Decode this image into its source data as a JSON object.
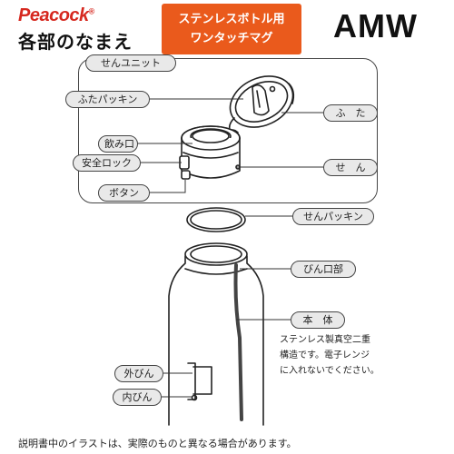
{
  "header": {
    "brand": "Peacock",
    "brand_mark": "®",
    "subtitle": "各部のなまえ",
    "product_line1": "ステンレスボトル用",
    "product_line2": "ワンタッチマグ",
    "model": "AMW"
  },
  "unit": {
    "title": "せんユニット"
  },
  "parts": {
    "lid_packing": "ふたパッキン",
    "lid": "ふ　た",
    "spout": "飲み口",
    "safety_lock": "安全ロック",
    "stopper": "せ　ん",
    "button": "ボタン",
    "stopper_packing": "せんパッキン",
    "mouth": "びん口部",
    "body": "本　体",
    "outer": "外びん",
    "inner": "内びん"
  },
  "body_note": {
    "line1": "ステンレス製真空二重",
    "line2": "構造です。電子レンジ",
    "line3": "に入れないでください。"
  },
  "footer": {
    "disclaimer": "説明書中のイラストは、実際のものと異なる場合があります。"
  },
  "colors": {
    "brand": "#d6281f",
    "accent": "#ea5a1c",
    "label_fill": "#e9e9e9"
  }
}
